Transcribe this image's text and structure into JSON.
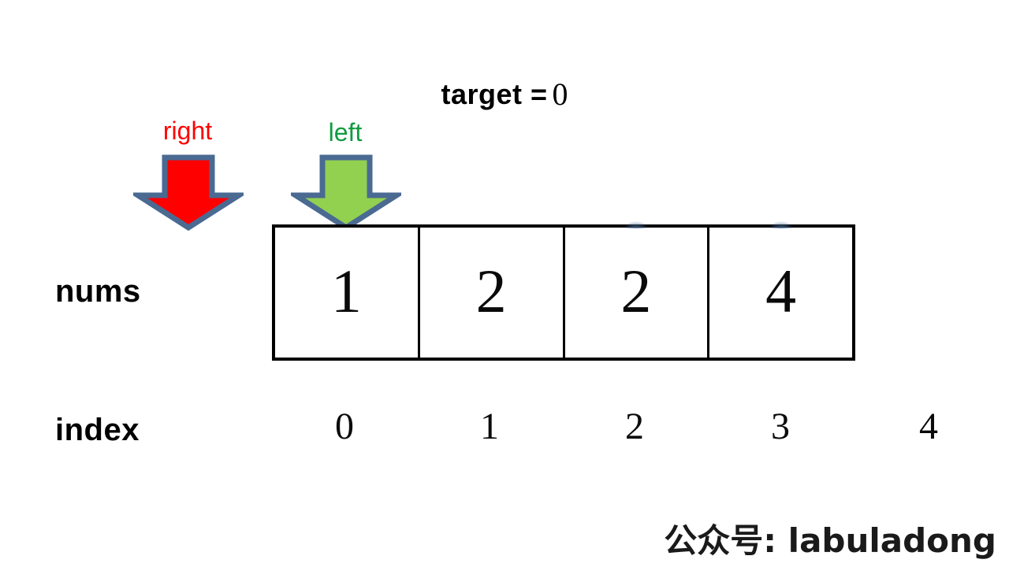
{
  "diagram": {
    "title": "binary search left bound pointer state",
    "background_color": "#ffffff",
    "target": {
      "label": "target =",
      "value": "0"
    },
    "array": {
      "label": "nums",
      "cells": [
        {
          "value": "1"
        },
        {
          "value": "2"
        },
        {
          "value": "2"
        },
        {
          "value": "4"
        }
      ],
      "border_color": "#000000",
      "fill_color": "#ffffff"
    },
    "index": {
      "label": "index",
      "values": [
        "0",
        "1",
        "2",
        "3",
        "4"
      ]
    },
    "pointers": [
      {
        "name": "right",
        "label": "right",
        "color": "#ff0000",
        "fill_color": "#ff0000",
        "outline_color": "#4a6a92",
        "points_to_index": "-1"
      },
      {
        "name": "left",
        "label": "left",
        "color": "#0f9b3f",
        "fill_color": "#92d050",
        "outline_color": "#4a6a92",
        "points_to_index": "0"
      }
    ],
    "watermark": "公众号: labuladong"
  }
}
